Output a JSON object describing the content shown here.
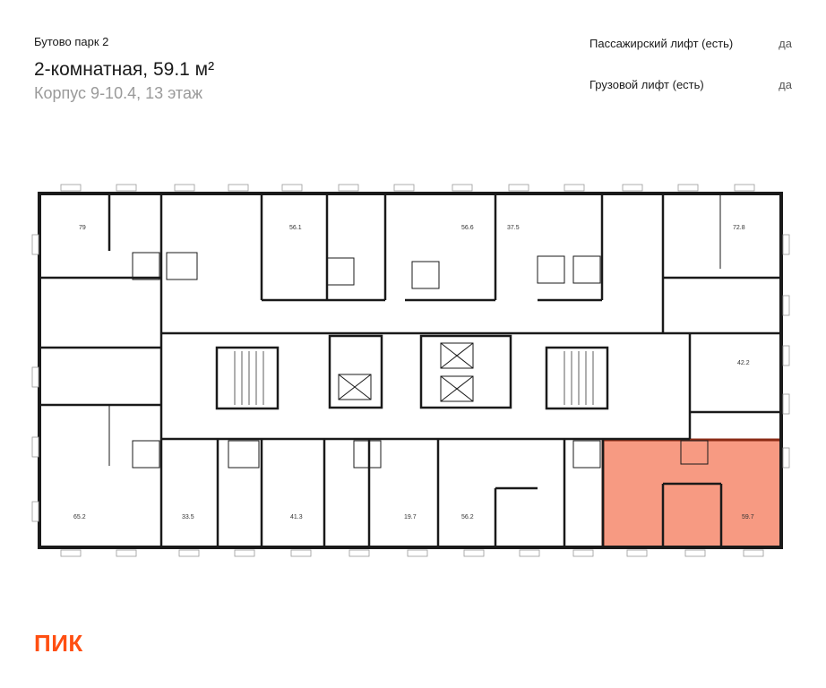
{
  "header": {
    "project": "Бутово парк 2",
    "title": "2-комнатная, 59.1 м²",
    "subtitle": "Корпус 9-10.4, 13 этаж"
  },
  "features": [
    {
      "label": "Пассажирский лифт (есть)",
      "value": "да"
    },
    {
      "label": "Грузовой лифт (есть)",
      "value": "да"
    }
  ],
  "floorplan": {
    "highlight_color": "#f79a82",
    "apartments": [
      {
        "area": "79"
      },
      {
        "area": "56.1"
      },
      {
        "area": "56.6"
      },
      {
        "area": "37.5"
      },
      {
        "area": "72.8"
      },
      {
        "area": "42.2"
      },
      {
        "area": "65.2"
      },
      {
        "area": "33.5"
      },
      {
        "area": "41.3"
      },
      {
        "area": "19.7"
      },
      {
        "area": "56.2"
      },
      {
        "area": "59.7"
      }
    ]
  },
  "brand": {
    "logo": "ПИК",
    "color": "#ff4f12"
  }
}
